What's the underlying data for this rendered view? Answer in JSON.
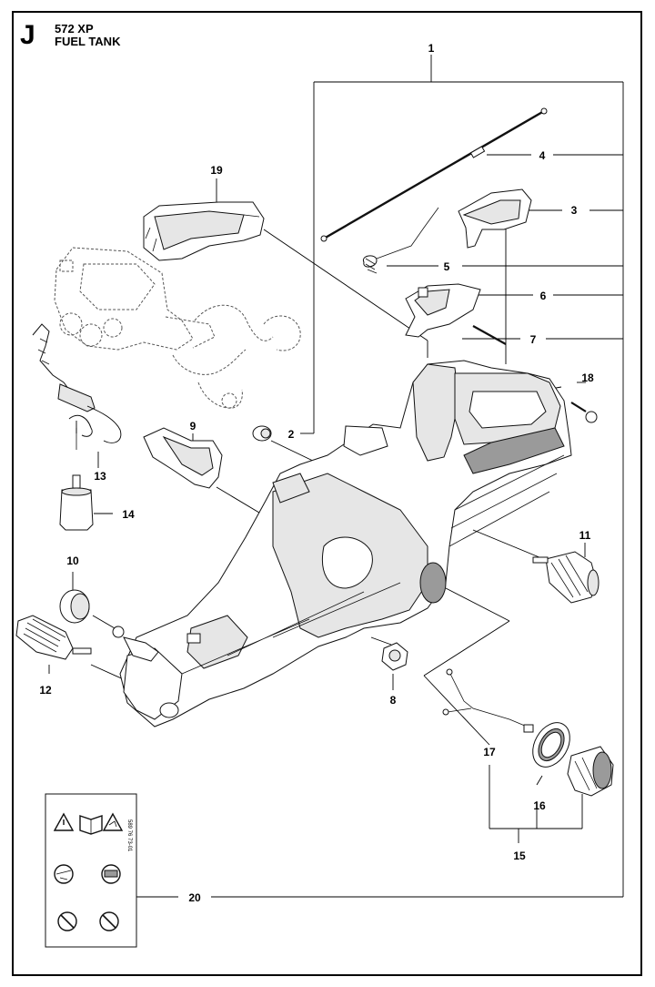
{
  "header": {
    "section": "J",
    "model": "572 XP",
    "title": "FUEL TANK"
  },
  "callouts": [
    "1",
    "2",
    "3",
    "4",
    "5",
    "6",
    "7",
    "8",
    "9",
    "10",
    "11",
    "12",
    "13",
    "14",
    "15",
    "16",
    "17",
    "18",
    "19",
    "20"
  ],
  "icons": [
    "warning-triangle-icon",
    "manual-book-icon",
    "kickback-warning-icon",
    "protective-gear-icon",
    "helmet-icon",
    "no-one-hand-icon",
    "no-bystanders-icon"
  ],
  "label_code": "589 76 73-01"
}
